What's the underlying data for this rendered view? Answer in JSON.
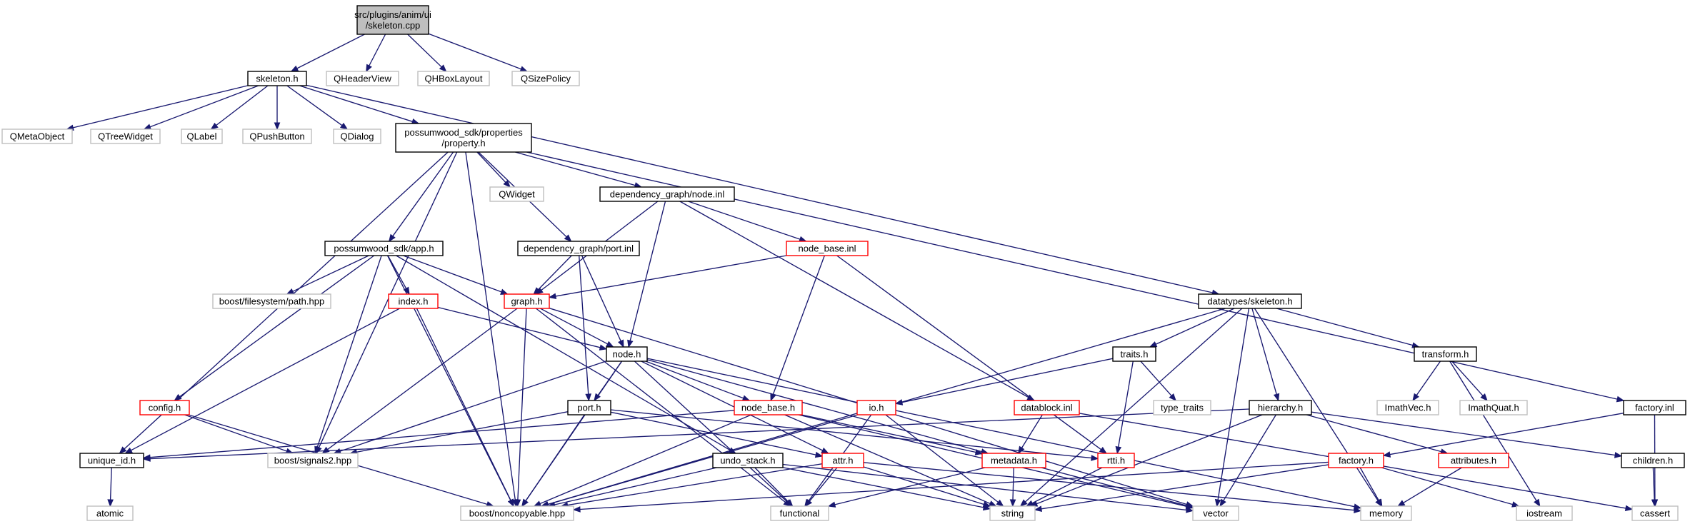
{
  "colors": {
    "edge": "#191970",
    "root_fill": "#bfbfbf",
    "root_border": "#000000",
    "local_border": "#000000",
    "red_border": "#ff0000",
    "system_border": "#bfbfbf",
    "text": "#000000"
  },
  "nodes": [
    {
      "id": "skeleton_cpp",
      "lines": [
        "src/plugins/anim/ui",
        "/skeleton.cpp"
      ],
      "style": "root"
    },
    {
      "id": "skeleton_h",
      "lines": [
        "skeleton.h"
      ],
      "style": "local"
    },
    {
      "id": "QHeaderView",
      "lines": [
        "QHeaderView"
      ],
      "style": "system"
    },
    {
      "id": "QHBoxLayout",
      "lines": [
        "QHBoxLayout"
      ],
      "style": "system"
    },
    {
      "id": "QSizePolicy",
      "lines": [
        "QSizePolicy"
      ],
      "style": "system"
    },
    {
      "id": "QMetaObject",
      "lines": [
        "QMetaObject"
      ],
      "style": "system"
    },
    {
      "id": "QTreeWidget",
      "lines": [
        "QTreeWidget"
      ],
      "style": "system"
    },
    {
      "id": "QLabel",
      "lines": [
        "QLabel"
      ],
      "style": "system"
    },
    {
      "id": "QPushButton",
      "lines": [
        "QPushButton"
      ],
      "style": "system"
    },
    {
      "id": "QDialog",
      "lines": [
        "QDialog"
      ],
      "style": "system"
    },
    {
      "id": "property_h",
      "lines": [
        "possumwood_sdk/properties",
        "/property.h"
      ],
      "style": "local"
    },
    {
      "id": "QWidget",
      "lines": [
        "QWidget"
      ],
      "style": "system"
    },
    {
      "id": "dg_node_inl",
      "lines": [
        "dependency_graph/node.inl"
      ],
      "style": "local"
    },
    {
      "id": "app_h",
      "lines": [
        "possumwood_sdk/app.h"
      ],
      "style": "local"
    },
    {
      "id": "dg_port_inl",
      "lines": [
        "dependency_graph/port.inl"
      ],
      "style": "local"
    },
    {
      "id": "node_base_inl",
      "lines": [
        "node_base.inl"
      ],
      "style": "red"
    },
    {
      "id": "boost_fs",
      "lines": [
        "boost/filesystem/path.hpp"
      ],
      "style": "system"
    },
    {
      "id": "index_h",
      "lines": [
        "index.h"
      ],
      "style": "red"
    },
    {
      "id": "graph_h",
      "lines": [
        "graph.h"
      ],
      "style": "red"
    },
    {
      "id": "dt_skeleton_h",
      "lines": [
        "datatypes/skeleton.h"
      ],
      "style": "local"
    },
    {
      "id": "node_h",
      "lines": [
        "node.h"
      ],
      "style": "local"
    },
    {
      "id": "traits_h",
      "lines": [
        "traits.h"
      ],
      "style": "local"
    },
    {
      "id": "transform_h",
      "lines": [
        "transform.h"
      ],
      "style": "local"
    },
    {
      "id": "type_traits",
      "lines": [
        "type_traits"
      ],
      "style": "system"
    },
    {
      "id": "ImathVec",
      "lines": [
        "ImathVec.h"
      ],
      "style": "system"
    },
    {
      "id": "ImathQuat",
      "lines": [
        "ImathQuat.h"
      ],
      "style": "system"
    },
    {
      "id": "config_h",
      "lines": [
        "config.h"
      ],
      "style": "red"
    },
    {
      "id": "port_h",
      "lines": [
        "port.h"
      ],
      "style": "local"
    },
    {
      "id": "node_base_h",
      "lines": [
        "node_base.h"
      ],
      "style": "red"
    },
    {
      "id": "io_h",
      "lines": [
        "io.h"
      ],
      "style": "red"
    },
    {
      "id": "datablock_inl",
      "lines": [
        "datablock.inl"
      ],
      "style": "red"
    },
    {
      "id": "hierarchy_h",
      "lines": [
        "hierarchy.h"
      ],
      "style": "local"
    },
    {
      "id": "factory_inl",
      "lines": [
        "factory.inl"
      ],
      "style": "local"
    },
    {
      "id": "unique_id_h",
      "lines": [
        "unique_id.h"
      ],
      "style": "local"
    },
    {
      "id": "signals2",
      "lines": [
        "boost/signals2.hpp"
      ],
      "style": "system"
    },
    {
      "id": "undo_stack_h",
      "lines": [
        "undo_stack.h"
      ],
      "style": "local"
    },
    {
      "id": "attr_h",
      "lines": [
        "attr.h"
      ],
      "style": "red"
    },
    {
      "id": "metadata_h",
      "lines": [
        "metadata.h"
      ],
      "style": "red"
    },
    {
      "id": "rtti_h",
      "lines": [
        "rtti.h"
      ],
      "style": "red"
    },
    {
      "id": "factory_h",
      "lines": [
        "factory.h"
      ],
      "style": "red"
    },
    {
      "id": "attributes_h",
      "lines": [
        "attributes.h"
      ],
      "style": "red"
    },
    {
      "id": "children_h",
      "lines": [
        "children.h"
      ],
      "style": "local"
    },
    {
      "id": "atomic",
      "lines": [
        "atomic"
      ],
      "style": "system"
    },
    {
      "id": "noncopyable",
      "lines": [
        "boost/noncopyable.hpp"
      ],
      "style": "system"
    },
    {
      "id": "functional",
      "lines": [
        "functional"
      ],
      "style": "system"
    },
    {
      "id": "string",
      "lines": [
        "string"
      ],
      "style": "system"
    },
    {
      "id": "vector",
      "lines": [
        "vector"
      ],
      "style": "system"
    },
    {
      "id": "memory",
      "lines": [
        "memory"
      ],
      "style": "system"
    },
    {
      "id": "iostream",
      "lines": [
        "iostream"
      ],
      "style": "system"
    },
    {
      "id": "cassert",
      "lines": [
        "cassert"
      ],
      "style": "system"
    }
  ],
  "edges": [
    [
      "skeleton_cpp",
      "skeleton_h"
    ],
    [
      "skeleton_cpp",
      "QHeaderView"
    ],
    [
      "skeleton_cpp",
      "QHBoxLayout"
    ],
    [
      "skeleton_cpp",
      "QSizePolicy"
    ],
    [
      "skeleton_h",
      "QMetaObject"
    ],
    [
      "skeleton_h",
      "QTreeWidget"
    ],
    [
      "skeleton_h",
      "QLabel"
    ],
    [
      "skeleton_h",
      "QPushButton"
    ],
    [
      "skeleton_h",
      "QDialog"
    ],
    [
      "skeleton_h",
      "property_h"
    ],
    [
      "skeleton_h",
      "dt_skeleton_h"
    ],
    [
      "property_h",
      "QWidget"
    ],
    [
      "property_h",
      "dg_node_inl"
    ],
    [
      "property_h",
      "app_h"
    ],
    [
      "property_h",
      "dg_port_inl"
    ],
    [
      "property_h",
      "unique_id_h"
    ],
    [
      "property_h",
      "signals2"
    ],
    [
      "property_h",
      "noncopyable"
    ],
    [
      "property_h",
      "factory_inl"
    ],
    [
      "dg_node_inl",
      "node_base_inl"
    ],
    [
      "dg_node_inl",
      "graph_h"
    ],
    [
      "dg_node_inl",
      "node_h"
    ],
    [
      "dg_node_inl",
      "datablock_inl"
    ],
    [
      "app_h",
      "boost_fs"
    ],
    [
      "app_h",
      "index_h"
    ],
    [
      "app_h",
      "graph_h"
    ],
    [
      "app_h",
      "config_h"
    ],
    [
      "app_h",
      "signals2"
    ],
    [
      "app_h",
      "noncopyable"
    ],
    [
      "app_h",
      "undo_stack_h"
    ],
    [
      "dg_port_inl",
      "graph_h"
    ],
    [
      "dg_port_inl",
      "node_h"
    ],
    [
      "dg_port_inl",
      "port_h"
    ],
    [
      "node_base_inl",
      "graph_h"
    ],
    [
      "node_base_inl",
      "node_base_h"
    ],
    [
      "node_base_inl",
      "rtti_h"
    ],
    [
      "index_h",
      "node_h"
    ],
    [
      "index_h",
      "unique_id_h"
    ],
    [
      "index_h",
      "noncopyable"
    ],
    [
      "graph_h",
      "node_h"
    ],
    [
      "graph_h",
      "signals2"
    ],
    [
      "graph_h",
      "noncopyable"
    ],
    [
      "graph_h",
      "functional"
    ],
    [
      "graph_h",
      "vector"
    ],
    [
      "dt_skeleton_h",
      "traits_h"
    ],
    [
      "dt_skeleton_h",
      "transform_h"
    ],
    [
      "dt_skeleton_h",
      "hierarchy_h"
    ],
    [
      "dt_skeleton_h",
      "noncopyable"
    ],
    [
      "dt_skeleton_h",
      "string"
    ],
    [
      "dt_skeleton_h",
      "vector"
    ],
    [
      "dt_skeleton_h",
      "memory"
    ],
    [
      "node_h",
      "port_h"
    ],
    [
      "node_h",
      "node_base_h"
    ],
    [
      "node_h",
      "attr_h"
    ],
    [
      "node_h",
      "metadata_h"
    ],
    [
      "node_h",
      "signals2"
    ],
    [
      "node_h",
      "noncopyable"
    ],
    [
      "node_h",
      "functional"
    ],
    [
      "node_h",
      "memory"
    ],
    [
      "traits_h",
      "type_traits"
    ],
    [
      "traits_h",
      "io_h"
    ],
    [
      "traits_h",
      "rtti_h"
    ],
    [
      "transform_h",
      "ImathVec"
    ],
    [
      "transform_h",
      "ImathQuat"
    ],
    [
      "transform_h",
      "iostream"
    ],
    [
      "config_h",
      "signals2"
    ],
    [
      "config_h",
      "noncopyable"
    ],
    [
      "port_h",
      "signals2"
    ],
    [
      "port_h",
      "noncopyable"
    ],
    [
      "port_h",
      "attr_h"
    ],
    [
      "port_h",
      "rtti_h"
    ],
    [
      "node_base_h",
      "unique_id_h"
    ],
    [
      "node_base_h",
      "metadata_h"
    ],
    [
      "node_base_h",
      "noncopyable"
    ],
    [
      "node_base_h",
      "string"
    ],
    [
      "node_base_h",
      "vector"
    ],
    [
      "io_h",
      "noncopyable"
    ],
    [
      "io_h",
      "functional"
    ],
    [
      "io_h",
      "string"
    ],
    [
      "datablock_inl",
      "metadata_h"
    ],
    [
      "datablock_inl",
      "cassert"
    ],
    [
      "hierarchy_h",
      "attributes_h"
    ],
    [
      "hierarchy_h",
      "children_h"
    ],
    [
      "hierarchy_h",
      "unique_id_h"
    ],
    [
      "hierarchy_h",
      "string"
    ],
    [
      "hierarchy_h",
      "vector"
    ],
    [
      "factory_inl",
      "factory_h"
    ],
    [
      "factory_inl",
      "cassert"
    ],
    [
      "unique_id_h",
      "atomic"
    ],
    [
      "undo_stack_h",
      "noncopyable"
    ],
    [
      "undo_stack_h",
      "functional"
    ],
    [
      "undo_stack_h",
      "vector"
    ],
    [
      "undo_stack_h",
      "string"
    ],
    [
      "attr_h",
      "noncopyable"
    ],
    [
      "attr_h",
      "functional"
    ],
    [
      "attr_h",
      "string"
    ],
    [
      "attr_h",
      "memory"
    ],
    [
      "metadata_h",
      "functional"
    ],
    [
      "metadata_h",
      "string"
    ],
    [
      "metadata_h",
      "vector"
    ],
    [
      "rtti_h",
      "string"
    ],
    [
      "factory_h",
      "noncopyable"
    ],
    [
      "factory_h",
      "string"
    ],
    [
      "factory_h",
      "memory"
    ],
    [
      "factory_h",
      "iostream"
    ],
    [
      "attributes_h",
      "memory"
    ],
    [
      "children_h",
      "cassert"
    ]
  ]
}
